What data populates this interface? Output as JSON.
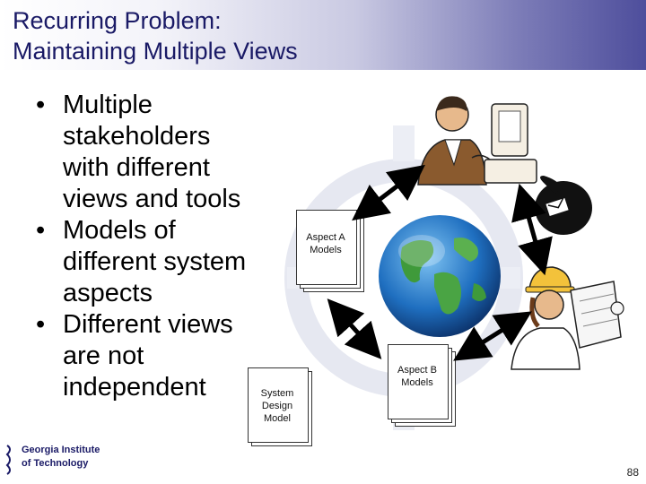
{
  "slide": {
    "title_line1": "Recurring Problem:",
    "title_line2": "Maintaining Multiple Views",
    "bullets": [
      {
        "lines": [
          "Multiple",
          "stakeholders",
          "with different",
          "views and tools"
        ]
      },
      {
        "lines": [
          "Models of",
          "different system",
          "aspects"
        ]
      },
      {
        "lines": [
          "Different views",
          "are not",
          "independent"
        ]
      }
    ],
    "bullet_char": "•",
    "docs": {
      "aspect_a": [
        "Aspect A",
        "Models"
      ],
      "aspect_b": [
        "Aspect B",
        "Models"
      ],
      "system": [
        "System",
        "Design",
        "Model"
      ]
    },
    "logo": {
      "line1": "Georgia Institute",
      "line2": "of Technology"
    },
    "page_number": "88"
  },
  "colors": {
    "title": "#1a1a66",
    "title_bar_end": "#4e4e9c"
  },
  "icons": [
    "businessman-at-computer-icon",
    "telephone-icon",
    "globe-icon",
    "engineer-with-blueprints-icon",
    "double-arrow-icon"
  ]
}
